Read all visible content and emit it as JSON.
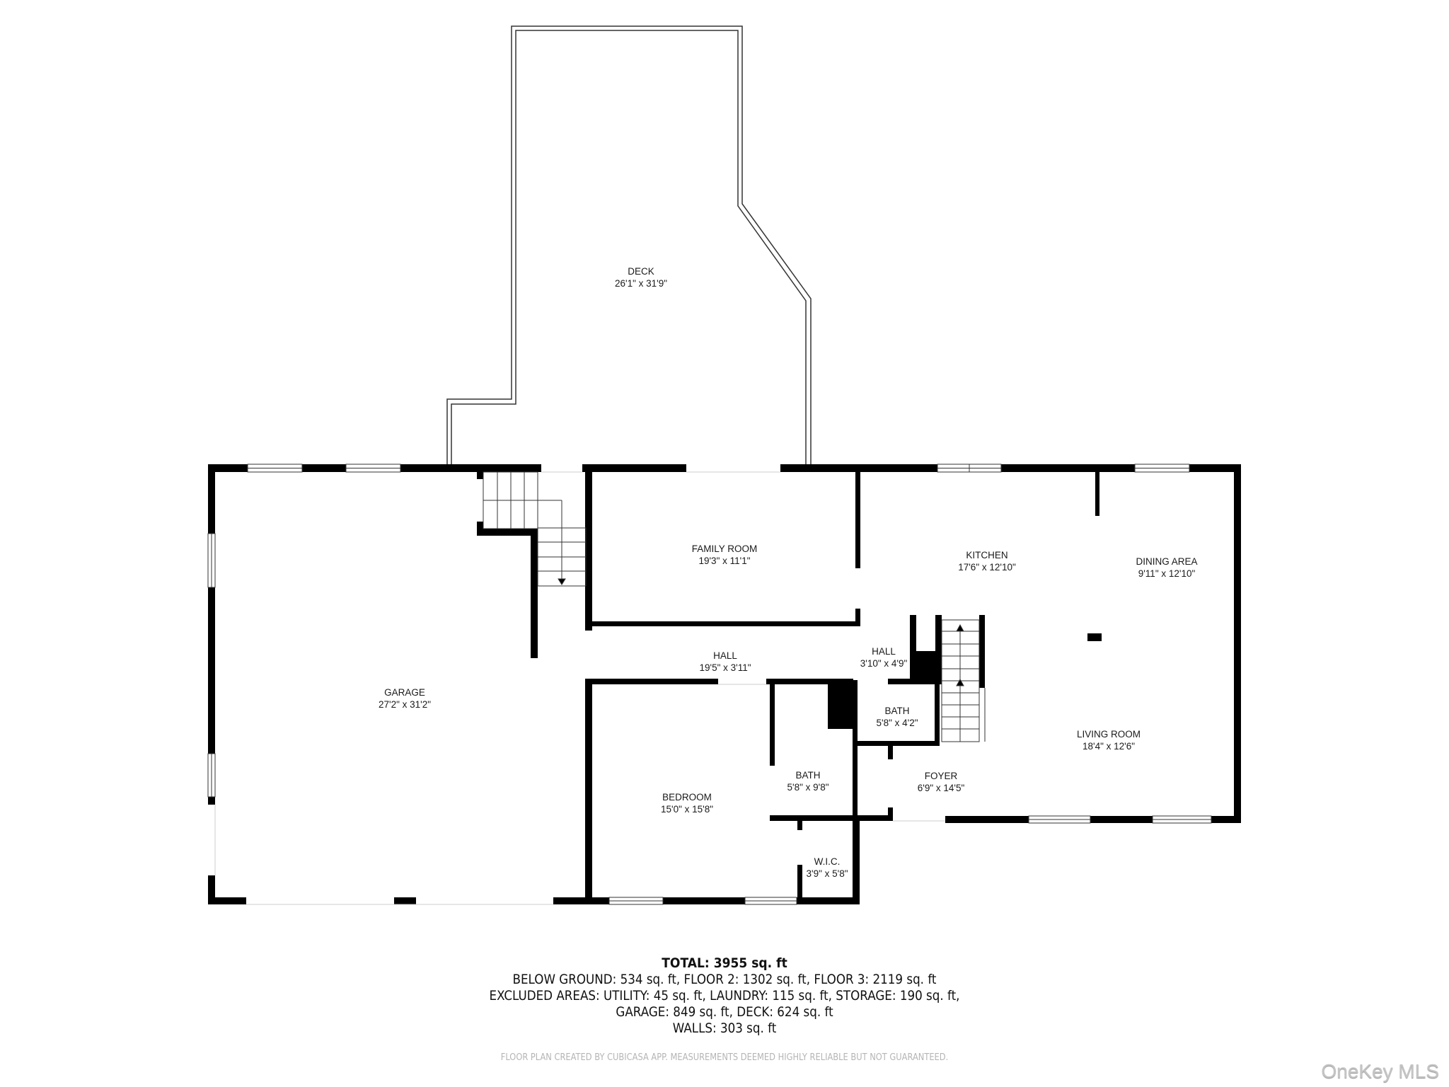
{
  "rooms": {
    "deck": {
      "name": "DECK",
      "dim": "26'1\" x 31'9\""
    },
    "garage": {
      "name": "GARAGE",
      "dim": "27'2\" x 31'2\""
    },
    "family_room": {
      "name": "FAMILY ROOM",
      "dim": "19'3\" x 11'1\""
    },
    "kitchen": {
      "name": "KITCHEN",
      "dim": "17'6\" x 12'10\""
    },
    "dining_area": {
      "name": "DINING AREA",
      "dim": "9'11\" x 12'10\""
    },
    "hall_long": {
      "name": "HALL",
      "dim": "19'5\" x 3'11\""
    },
    "hall_small": {
      "name": "HALL",
      "dim": "3'10\" x 4'9\""
    },
    "bath_small": {
      "name": "BATH",
      "dim": "5'8\" x 4'2\""
    },
    "living_room": {
      "name": "LIVING ROOM",
      "dim": "18'4\" x 12'6\""
    },
    "bath_large": {
      "name": "BATH",
      "dim": "5'8\" x 9'8\""
    },
    "foyer": {
      "name": "FOYER",
      "dim": "6'9\" x 14'5\""
    },
    "bedroom": {
      "name": "BEDROOM",
      "dim": "15'0\" x 15'8\""
    },
    "wic": {
      "name": "W.I.C.",
      "dim": "3'9\" x 5'8\""
    }
  },
  "summary": {
    "total": "TOTAL: 3955 sq. ft",
    "lines": [
      "BELOW GROUND: 534 sq. ft, FLOOR 2: 1302 sq. ft, FLOOR 3: 2119 sq. ft",
      "EXCLUDED AREAS: UTILITY: 45 sq. ft, LAUNDRY: 115 sq. ft, STORAGE: 190 sq. ft,",
      "GARAGE: 849 sq. ft, DECK: 624 sq. ft",
      "WALLS: 303 sq. ft"
    ]
  },
  "disclaimer": "FLOOR PLAN CREATED BY CUBICASA APP. MEASUREMENTS DEEMED HIGHLY RELIABLE BUT NOT GUARANTEED.",
  "watermark": "OneKey MLS",
  "colors": {
    "wall": "#000000",
    "background": "#ffffff",
    "text": "#1a1a1a",
    "disclaimer": "#b5b5b5",
    "watermark": "#c4c4c4"
  }
}
